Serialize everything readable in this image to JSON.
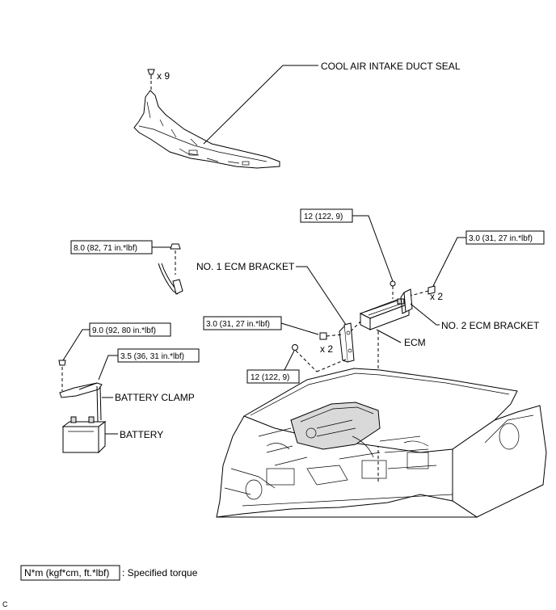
{
  "labels": {
    "cool_air_seal": "COOL AIR INTAKE DUCT SEAL",
    "no1_bracket": "NO. 1 ECM BRACKET",
    "no2_bracket": "NO. 2 ECM BRACKET",
    "ecm": "ECM",
    "battery_clamp": "BATTERY CLAMP",
    "battery": "BATTERY"
  },
  "quantities": {
    "seal_clips": "x 9",
    "bracket_bolts": "x 2",
    "no2_bolts": "x 2"
  },
  "torques": {
    "battery_terminal": "8.0 (82, 71 in.*lbf)",
    "clamp_bolt": "9.0 (92, 80 in.*lbf)",
    "clamp_nut": "3.5 (36, 31 in.*lbf)",
    "no1_bracket_bolt": "3.0 (31, 27 in.*lbf)",
    "no1_bracket_nut": "12 (122, 9)",
    "ecm_nut": "12 (122, 9)",
    "no2_bracket_bolt": "3.0 (31, 27 in.*lbf)"
  },
  "legend": {
    "unit": "N*m (kgf*cm, ft.*lbf)",
    "description": ": Specified torque"
  },
  "corner_code": "C"
}
